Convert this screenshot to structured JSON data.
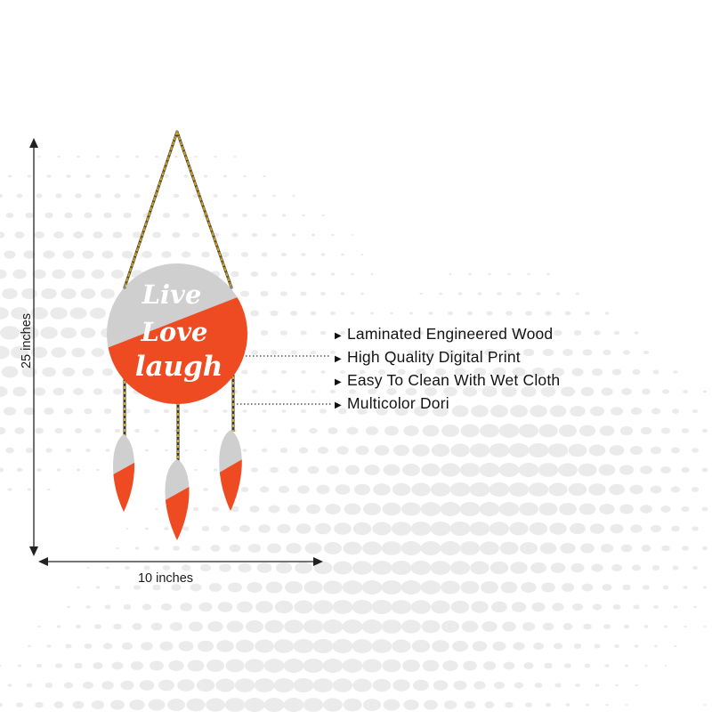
{
  "product": {
    "sign_text": [
      "Live",
      "Love",
      "laugh"
    ],
    "colors": {
      "grey": "#cfcfcf",
      "orange": "#ee4b23",
      "cord": "#d9a617",
      "halftone": "#ebebeb",
      "text": "#141414"
    }
  },
  "features": [
    {
      "label": "Laminated Engineered Wood",
      "icon": "triangle-right-icon"
    },
    {
      "label": "High Quality Digital Print",
      "icon": "triangle-right-icon"
    },
    {
      "label": "Easy To Clean With Wet Cloth",
      "icon": "triangle-right-icon"
    },
    {
      "label": "Multicolor Dori",
      "icon": "triangle-right-icon"
    }
  ],
  "dimensions": {
    "height": "25 inches",
    "width": "10 inches"
  }
}
